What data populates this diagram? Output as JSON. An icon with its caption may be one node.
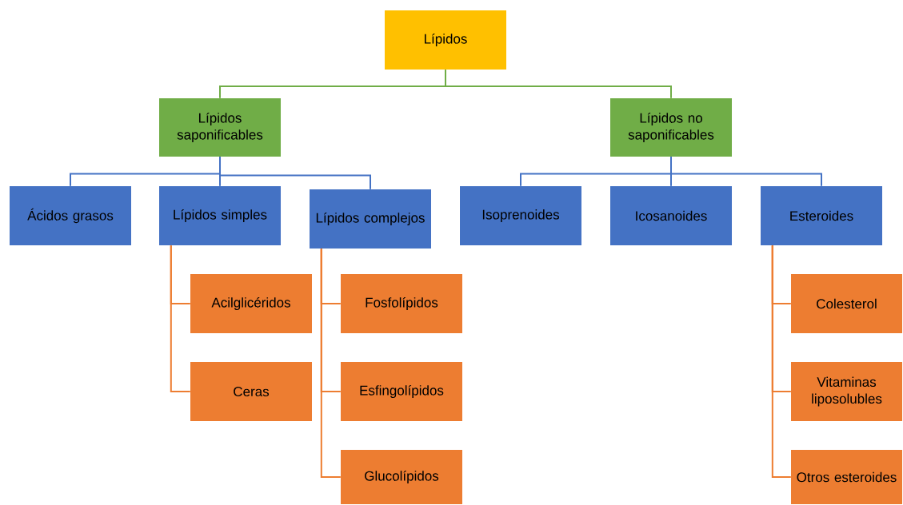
{
  "diagram": {
    "nodes": [
      {
        "text": [
          "Lípidos"
        ]
      },
      {
        "text": [
          "Lípidos saponificables"
        ]
      },
      {
        "text": [
          "Lípidos no saponificables"
        ]
      },
      {
        "text": [
          "Ácidos grasos"
        ]
      },
      {
        "text": [
          "Lípidos simples"
        ]
      },
      {
        "text": [
          "Lípidos complejos"
        ]
      },
      {
        "text": [
          "Isoprenoides"
        ]
      },
      {
        "text": [
          "Icosanoides"
        ]
      },
      {
        "text": [
          "Esteroides"
        ]
      },
      {
        "text": [
          "Acilglicéridos"
        ]
      },
      {
        "text": [
          "Ceras"
        ]
      },
      {
        "text": [
          "Fosfolípidos"
        ]
      },
      {
        "text": [
          "Esfingolípidos"
        ]
      },
      {
        "text": [
          "Glucolípidos"
        ]
      },
      {
        "text": [
          "Colesterol"
        ]
      },
      {
        "text": [
          "Vitaminas liposolubles"
        ]
      },
      {
        "text": [
          "Otros esteroides"
        ]
      }
    ],
    "edges": [
      {
        "from": 0,
        "to": 1,
        "arrow": "none",
        "color": "#70ad47"
      },
      {
        "from": 0,
        "to": 2,
        "arrow": "none",
        "color": "#70ad47"
      },
      {
        "from": 1,
        "to": 3,
        "arrow": "none",
        "color": "#4472c4"
      },
      {
        "from": 1,
        "to": 4,
        "arrow": "none",
        "color": "#4472c4"
      },
      {
        "from": 1,
        "to": 5,
        "arrow": "none",
        "color": "#4472c4"
      },
      {
        "from": 2,
        "to": 6,
        "arrow": "none",
        "color": "#4472c4"
      },
      {
        "from": 2,
        "to": 7,
        "arrow": "none",
        "color": "#4472c4"
      },
      {
        "from": 2,
        "to": 8,
        "arrow": "none",
        "color": "#4472c4"
      },
      {
        "from": 4,
        "to": 9,
        "arrow": "none",
        "color": "#ed7d31"
      },
      {
        "from": 4,
        "to": 10,
        "arrow": "none",
        "color": "#ed7d31"
      },
      {
        "from": 5,
        "to": 11,
        "arrow": "none",
        "color": "#ed7d31"
      },
      {
        "from": 5,
        "to": 12,
        "arrow": "none",
        "color": "#ed7d31"
      },
      {
        "from": 5,
        "to": 13,
        "arrow": "none",
        "color": "#ed7d31"
      },
      {
        "from": 8,
        "to": 14,
        "arrow": "none",
        "color": "#ed7d31"
      },
      {
        "from": 8,
        "to": 15,
        "arrow": "none",
        "color": "#ed7d31"
      },
      {
        "from": 8,
        "to": 16,
        "arrow": "none",
        "color": "#ed7d31"
      }
    ]
  }
}
